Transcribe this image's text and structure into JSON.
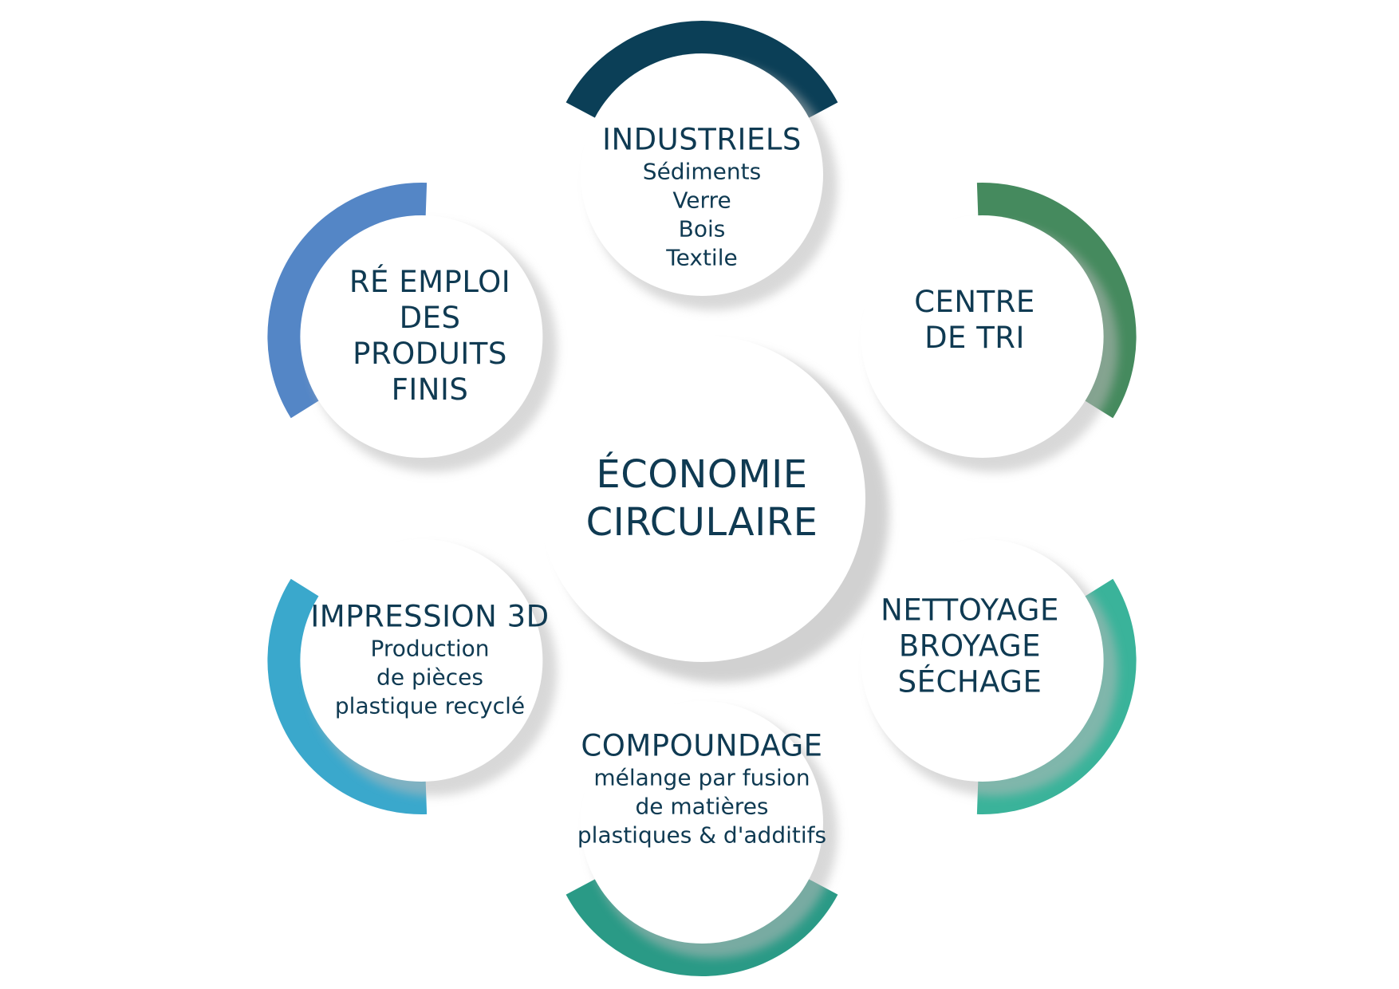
{
  "center": {
    "title_lines": [
      "ÉCONOMIE",
      "CIRCULAIRE"
    ]
  },
  "nodes": [
    {
      "id": "industriels",
      "color": "#0b3f57",
      "title_lines": [
        "INDUSTRIELS"
      ],
      "sub_lines": [
        "Sédiments",
        "Verre",
        "Bois",
        "Textile"
      ]
    },
    {
      "id": "centre-de-tri",
      "color": "#458a5e",
      "title_lines": [
        "CENTRE",
        "DE TRI"
      ],
      "sub_lines": []
    },
    {
      "id": "nettoyage",
      "color": "#3ab39a",
      "title_lines": [
        "NETTOYAGE",
        "BROYAGE",
        "SÉCHAGE"
      ],
      "sub_lines": []
    },
    {
      "id": "compoundage",
      "color": "#2a9a86",
      "title_lines": [
        "COMPOUNDAGE"
      ],
      "sub_lines": [
        "mélange par fusion",
        "de matières",
        "plastiques & d'additifs"
      ]
    },
    {
      "id": "impression-3d",
      "color": "#3aa8cc",
      "title_lines": [
        "IMPRESSION 3D"
      ],
      "sub_lines": [
        "Production",
        "de pièces",
        "plastique recyclé"
      ]
    },
    {
      "id": "re-emploi",
      "color": "#5486c6",
      "title_lines": [
        "RÉ EMPLOI",
        "DES",
        "PRODUITS",
        "FINIS"
      ],
      "sub_lines": []
    }
  ]
}
